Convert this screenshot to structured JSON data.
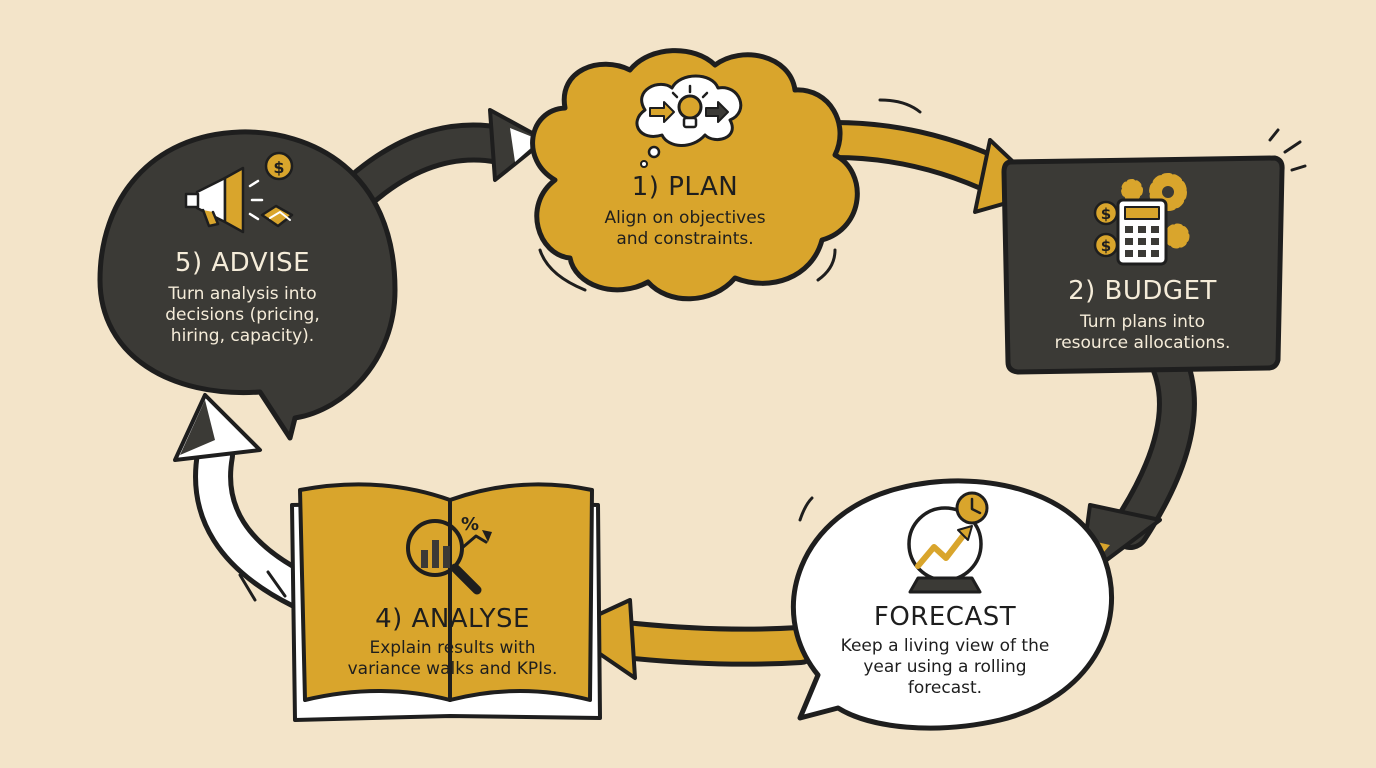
{
  "colors": {
    "background": "#f3e4c9",
    "gold": "#d9a52c",
    "charcoal": "#3b3a36",
    "outline": "#1e1e1e",
    "white": "#ffffff"
  },
  "steps": [
    {
      "id": "plan",
      "title": "1) PLAN",
      "desc_lines": [
        "Align on objectives",
        "and constraints."
      ],
      "icon": "lightbulb-thought-icon"
    },
    {
      "id": "budget",
      "title": "2) BUDGET",
      "desc_lines": [
        "Turn plans into",
        "resource allocations."
      ],
      "icon": "calculator-gears-icon"
    },
    {
      "id": "forecast",
      "title": "FORECAST",
      "desc_lines": [
        "Keep a living view of the",
        "year using a rolling",
        "forecast."
      ],
      "icon": "crystal-ball-icon"
    },
    {
      "id": "analyse",
      "title": "4) ANALYSE",
      "desc_lines": [
        "Explain results with",
        "variance walks and KPIs."
      ],
      "icon": "magnifier-chart-icon"
    },
    {
      "id": "advise",
      "title": "5) ADVISE",
      "desc_lines": [
        "Turn analysis into",
        "decisions (pricing,",
        "hiring, capacity)."
      ],
      "icon": "megaphone-handshake-icon"
    }
  ],
  "icon_glyphs": {
    "dollar": "$",
    "percent": "%"
  }
}
